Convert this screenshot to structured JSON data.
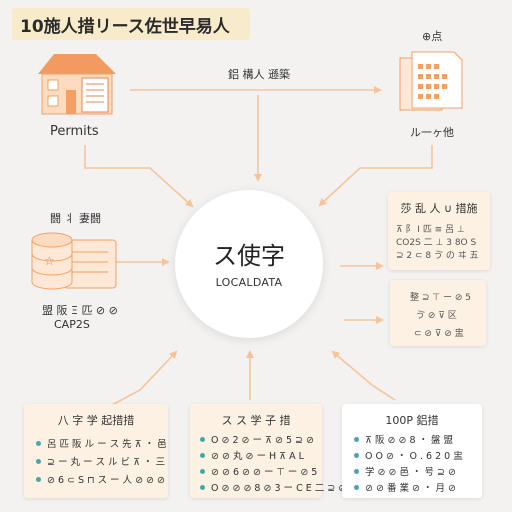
{
  "title": "10施人措リース佐世早易人",
  "center": {
    "title": "ス使字",
    "subtitle": "LOCALDATA"
  },
  "permits_label": "Permits",
  "top_arrow_label": "鋁 構人 遜築",
  "top_right": {
    "label_top": "⊕点",
    "label_bottom": "ル一ヶ他"
  },
  "left_node": {
    "label_top": "闘 丬 妻闘",
    "label_bottom_1": "盟 阪 Ξ 匹 ⊘ ⊘",
    "label_bottom_2": "CAP2S"
  },
  "right_card_1": {
    "title": "莎 乱 人 ∪ 措施",
    "lines": [
      "⊼ 阝 Ⅰ 匹 ≡ 呂 ⊥",
      "CO2S 二 ⊥ 3 8O S",
      "⊇ 2 ⊂ 8 ゔ の ヰ 五"
    ]
  },
  "right_card_2": {
    "lines": [
      "整 ⊇ ⊤ ー ⊘ 5",
      "ゔ ⊘ ⊽ 区",
      "⊂ ⊘ ⊽ ⊘ 盅"
    ]
  },
  "bottom_cards": [
    {
      "title": "八 字 学 起措措",
      "items": [
        "呂 匹 阪 ル ー ス 先 ⊼ ・ 邑",
        "⊇ ー 丸 ー ス ル ビ ⊼ ・ 三",
        "⊘ 6 ⊂ S ⊓ ス ー 人 ⊘ ⊘ ⊘"
      ]
    },
    {
      "title": "ス ス 学 子 措",
      "items": [
        "O ⊘ 2 ⊘ ー ⊼ ⊘ 5 ⊇ ⊘",
        "⊘ ⊘ 丸 ⊘ ー H ⊼ A L",
        "⊘ ⊘ 6 ⊘ ⊘ ー ⊤ ー ⊘ 5",
        "O ⊘ ⊘ ⊘ 8 ⊘ 3 ー C E 二 ⊇ ⊘"
      ]
    },
    {
      "title": "100P 鋁措",
      "items": [
        "⊼ 阪 ⊘ ⊘ 8 ・ 盤 盟",
        "O O ⊘ ・ O . 6 2 0 盅",
        "学 ⊘ ⊘ 邑 ・ 号 ⊇ ⊘",
        "⊘ ⊘ 番 業 ⊘ ・ 月 ⊘"
      ]
    }
  ],
  "colors": {
    "accent": "#f2a066",
    "connector": "#f5c49a",
    "card": "#fcf1e2",
    "bullet": "#4ca3b0"
  }
}
